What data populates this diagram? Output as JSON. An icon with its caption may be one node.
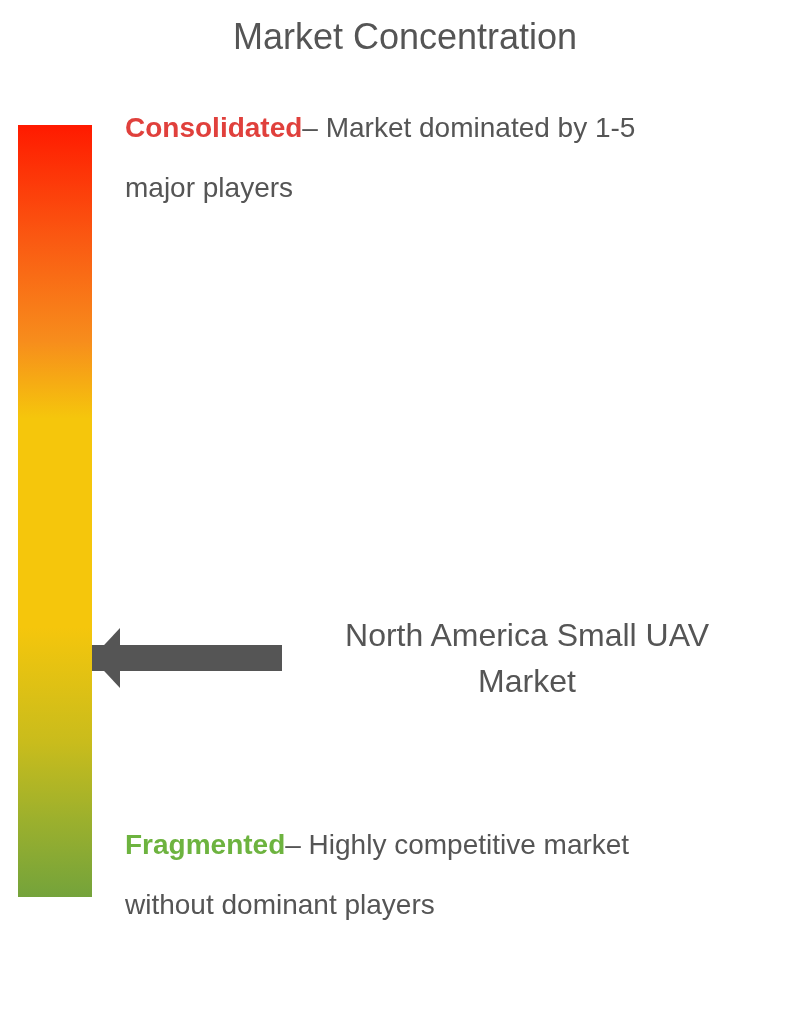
{
  "diagram": {
    "title": "Market Concentration",
    "nodes": [
      {
        "text": [],
        "shape": "bar"
      },
      {
        "text": [
          "North America Small UAV Market"
        ]
      }
    ],
    "edges": [
      {
        "from": 1,
        "to": 0,
        "arrow": "to",
        "color": "#555555"
      }
    ],
    "labels": [
      "Consolidated",
      "– Market dominated by 1-5 major players",
      "Fragmented",
      "– Highly competitive market without dominant players"
    ]
  }
}
